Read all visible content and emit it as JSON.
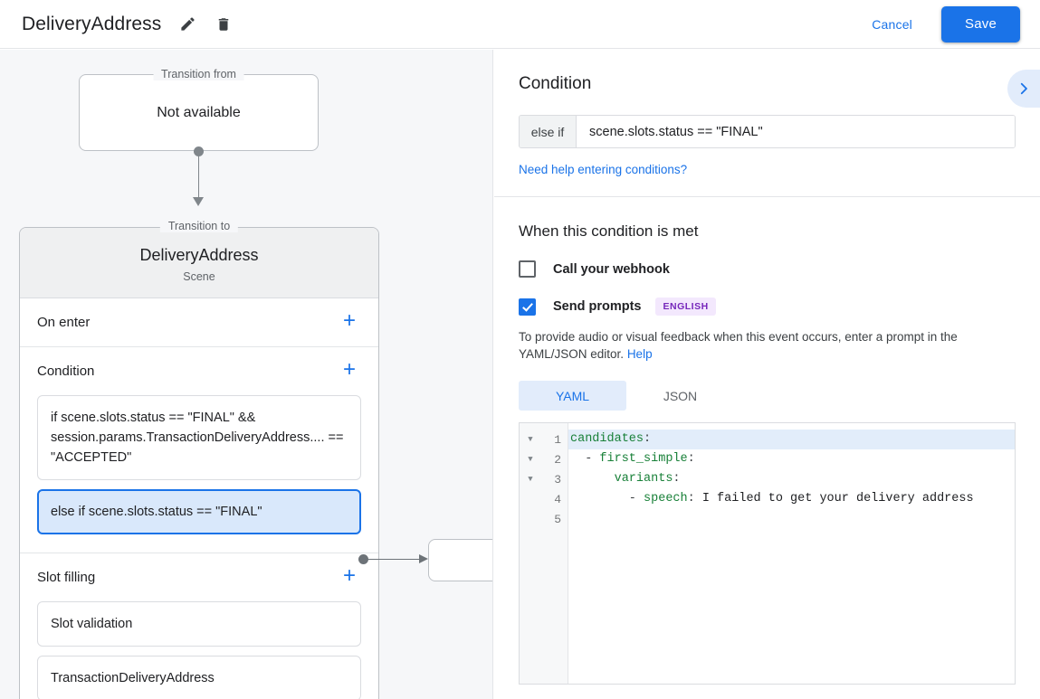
{
  "topbar": {
    "title": "DeliveryAddress",
    "edit_icon": "pencil-icon",
    "delete_icon": "trash-icon",
    "cancel_label": "Cancel",
    "save_label": "Save",
    "accent_color": "#1a73e8"
  },
  "canvas": {
    "transition_from": {
      "legend": "Transition from",
      "value": "Not available"
    },
    "transition_to": {
      "legend": "Transition to",
      "scene_name": "DeliveryAddress",
      "scene_type": "Scene"
    },
    "sections": [
      {
        "title": "On enter",
        "add_label": "+",
        "items": []
      },
      {
        "title": "Condition",
        "add_label": "+",
        "items": [
          {
            "text": "if scene.slots.status == \"FINAL\" && session.params.TransactionDeliveryAddress.... == \"ACCEPTED\"",
            "selected": false
          },
          {
            "text": "else if scene.slots.status == \"FINAL\"",
            "selected": true
          }
        ]
      },
      {
        "title": "Slot filling",
        "add_label": "+",
        "items": [
          {
            "text": "Slot validation",
            "selected": false
          },
          {
            "text": "TransactionDeliveryAddress",
            "selected": false
          }
        ]
      }
    ]
  },
  "panel": {
    "title": "Condition",
    "collapse_icon": "chevron-right-icon",
    "condition": {
      "prefix": "else if",
      "value": "scene.slots.status == \"FINAL\"",
      "placeholder": "Enter condition",
      "help_link": "Need help entering conditions?"
    },
    "when_met": {
      "title": "When this condition is met",
      "webhook": {
        "label": "Call your webhook",
        "checked": false
      },
      "prompts": {
        "label": "Send prompts",
        "badge": "ENGLISH",
        "badge_bg": "#f3e8fd",
        "badge_color": "#7627bb",
        "checked": true
      },
      "description": "To provide audio or visual feedback when this event occurs, enter a prompt in the YAML/JSON editor.",
      "description_link": "Help"
    },
    "editor": {
      "tabs": [
        {
          "label": "YAML",
          "active": true
        },
        {
          "label": "JSON",
          "active": false
        }
      ],
      "lines": [
        {
          "num": "1",
          "fold": true,
          "highlight": true,
          "tokens": [
            {
              "t": "candidates",
              "c": "k"
            },
            {
              "t": ":",
              "c": "p"
            }
          ]
        },
        {
          "num": "2",
          "fold": true,
          "highlight": false,
          "tokens": [
            {
              "t": "  - ",
              "c": "p"
            },
            {
              "t": "first_simple",
              "c": "k"
            },
            {
              "t": ":",
              "c": "p"
            }
          ]
        },
        {
          "num": "3",
          "fold": true,
          "highlight": false,
          "tokens": [
            {
              "t": "      ",
              "c": "p"
            },
            {
              "t": "variants",
              "c": "k"
            },
            {
              "t": ":",
              "c": "p"
            }
          ]
        },
        {
          "num": "4",
          "fold": false,
          "highlight": false,
          "tokens": [
            {
              "t": "        - ",
              "c": "p"
            },
            {
              "t": "speech",
              "c": "k"
            },
            {
              "t": ":",
              "c": "p"
            },
            {
              "t": " I failed to get your delivery address",
              "c": "s"
            }
          ]
        },
        {
          "num": "5",
          "fold": false,
          "highlight": false,
          "tokens": []
        }
      ]
    }
  }
}
